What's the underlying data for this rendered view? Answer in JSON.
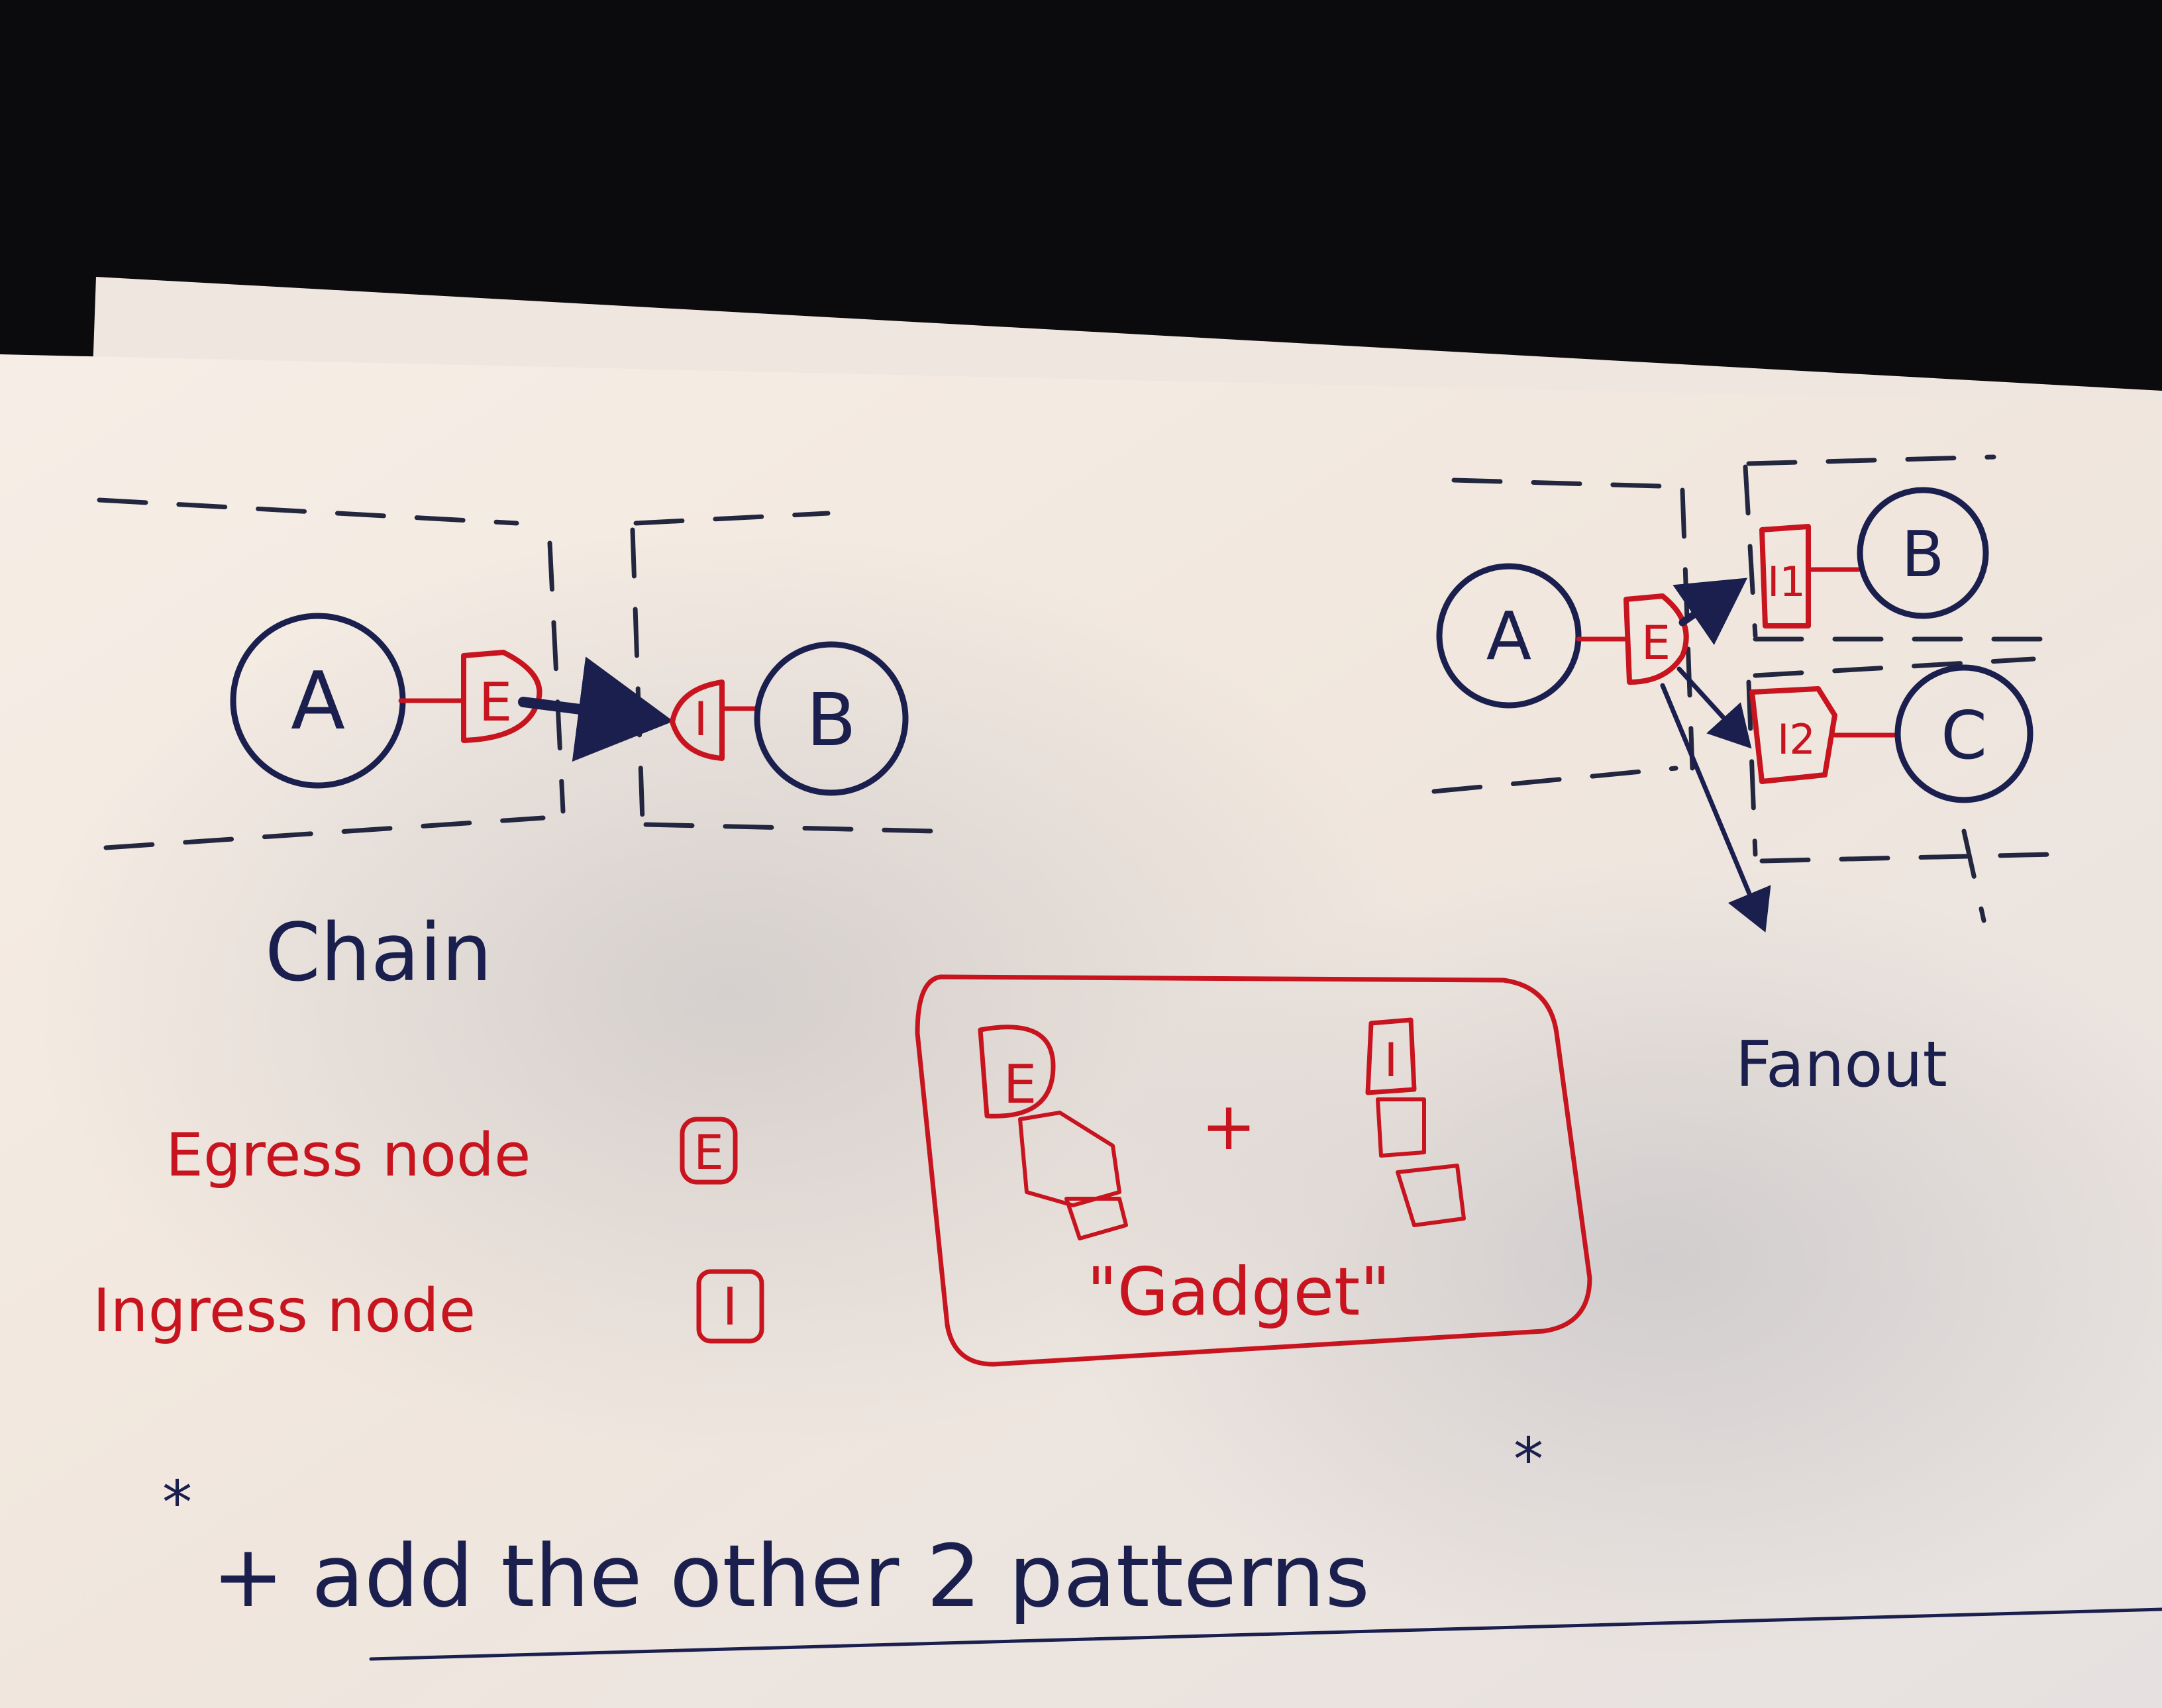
{
  "chain": {
    "node_a": "A",
    "egress": "E",
    "ingress": "I",
    "node_b": "B",
    "caption": "Chain"
  },
  "fanout": {
    "node_a": "A",
    "egress": "E",
    "ingress_1": "I1",
    "node_b": "B",
    "ingress_2": "I2",
    "node_c": "C",
    "caption": "Fanout"
  },
  "legend": {
    "egress_label": "Egress node",
    "egress_symbol": "E",
    "ingress_label": "Ingress node",
    "ingress_symbol": "I"
  },
  "gadget": {
    "egress_symbol": "E",
    "plus": "+",
    "ingress_symbol": "I",
    "caption": "\"Gadget\""
  },
  "note": {
    "star": "*",
    "text": "+ add the other 2 patterns"
  },
  "colors": {
    "navy_ink": "#1a1f4e",
    "red_ink": "#c8141e",
    "paper": "#f4ede6"
  }
}
